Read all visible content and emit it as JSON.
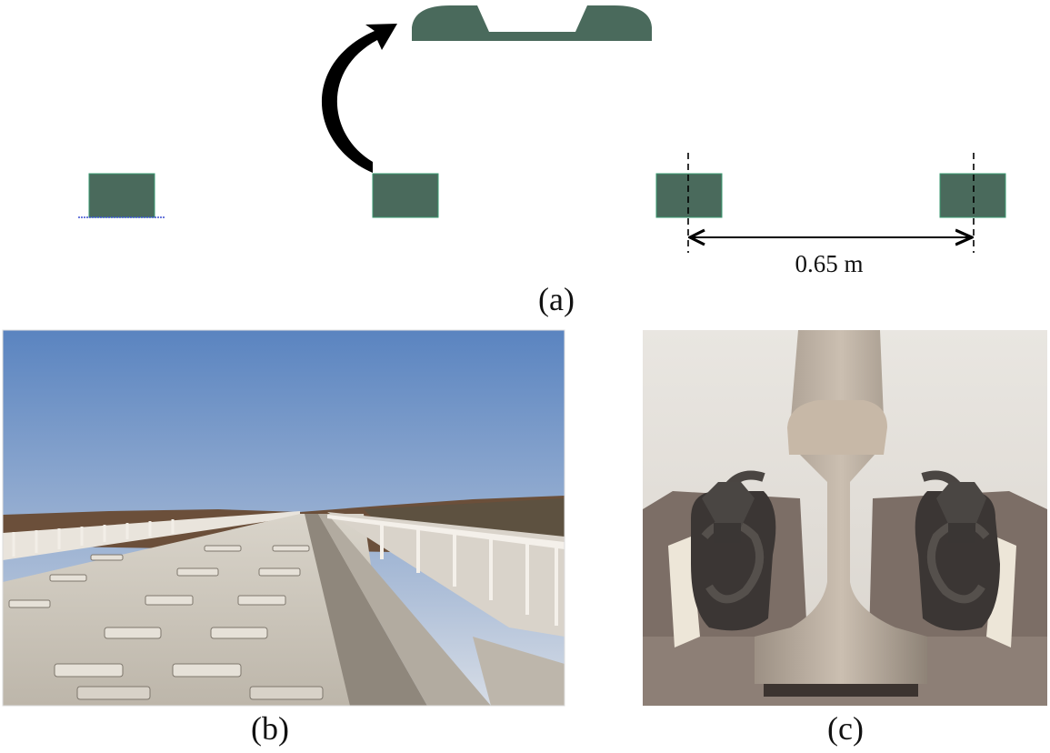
{
  "panel_a": {
    "label": "(a)",
    "dimension_label": "0.65 m"
  },
  "panel_b": {
    "label": "(b)"
  },
  "panel_c": {
    "label": "(c)"
  },
  "colors": {
    "block": "#4a6a5c",
    "block_edge": "#3a9a70",
    "arrow": "#000000",
    "sky_top": "#5c86c2",
    "sky_bottom": "#c9d6e4",
    "concrete": "#cfc8bd",
    "steel": "#a89c8e"
  }
}
